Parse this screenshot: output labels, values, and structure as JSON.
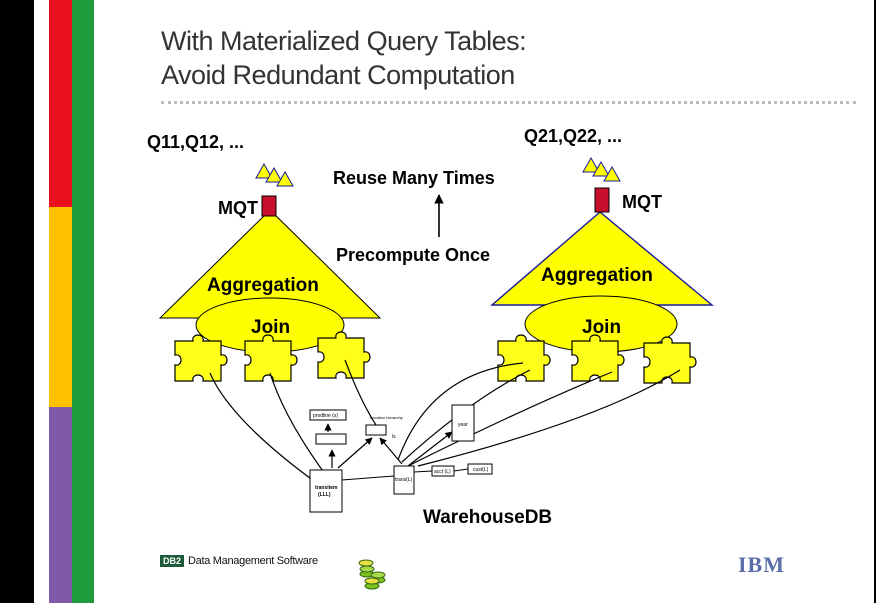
{
  "title": {
    "line1": "With Materialized Query Tables:",
    "line2": "Avoid Redundant Computation"
  },
  "diagram": {
    "left_queries": "Q11,Q12, ...",
    "right_queries": "Q21,Q22, ...",
    "left_mqt": "MQT",
    "right_mqt": "MQT",
    "reuse_label": "Reuse Many Times",
    "precompute_label": "Precompute Once",
    "left_aggregation": "Aggregation",
    "right_aggregation": "Aggregation",
    "left_join": "Join",
    "right_join": "Join",
    "warehouse_label": "WarehouseDB",
    "schema": {
      "prodline": "prodline (s)",
      "location": "Location hierarchy",
      "ls": "ls",
      "year": "year",
      "transitem": "transitem",
      "transitem_sub": "(LLL)",
      "trans": "trans(L)",
      "acct": "acct (L)",
      "cust": "cust(L)"
    }
  },
  "footer": {
    "db2_badge": "DB2",
    "product": "Data Management Software",
    "ibm": "IBM"
  },
  "colors": {
    "red_bar": "#e8101e",
    "yellow_bar": "#ffc000",
    "purple_bar": "#7e5aa8",
    "green_bar": "#1f9b3c",
    "triangle_fill": "#ffff00",
    "mqt_fill": "#c8102e"
  }
}
